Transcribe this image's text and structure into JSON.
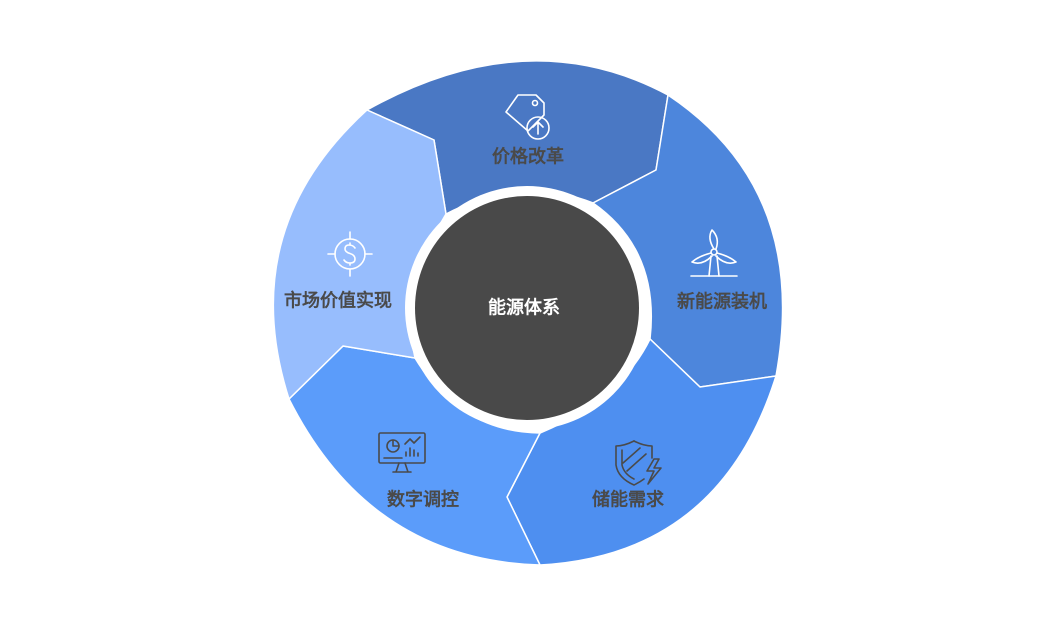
{
  "diagram": {
    "center": {
      "label": "能源体系",
      "color": "#494949",
      "text_color": "#ffffff"
    },
    "ring_bg": "#ffffff",
    "label_color": "#4a4a4a",
    "segments": [
      {
        "id": "price-reform",
        "label": "价格改革",
        "icon": "price-tag-up-icon",
        "color": "#4a78c4",
        "icon_color": "#ffffff"
      },
      {
        "id": "new-energy",
        "label": "新能源装机",
        "icon": "wind-turbine-icon",
        "color": "#4d86dc",
        "icon_color": "#ffffff"
      },
      {
        "id": "storage-demand",
        "label": "储能需求",
        "icon": "shield-bolt-icon",
        "color": "#4e8ff0",
        "icon_color": "#4a4a4a"
      },
      {
        "id": "digital-control",
        "label": "数字调控",
        "icon": "dashboard-icon",
        "color": "#5b9cfa",
        "icon_color": "#4a4a4a"
      },
      {
        "id": "market-value",
        "label": "市场价值实现",
        "icon": "dollar-target-icon",
        "color": "#97bdfd",
        "icon_color": "#ffffff"
      }
    ]
  }
}
